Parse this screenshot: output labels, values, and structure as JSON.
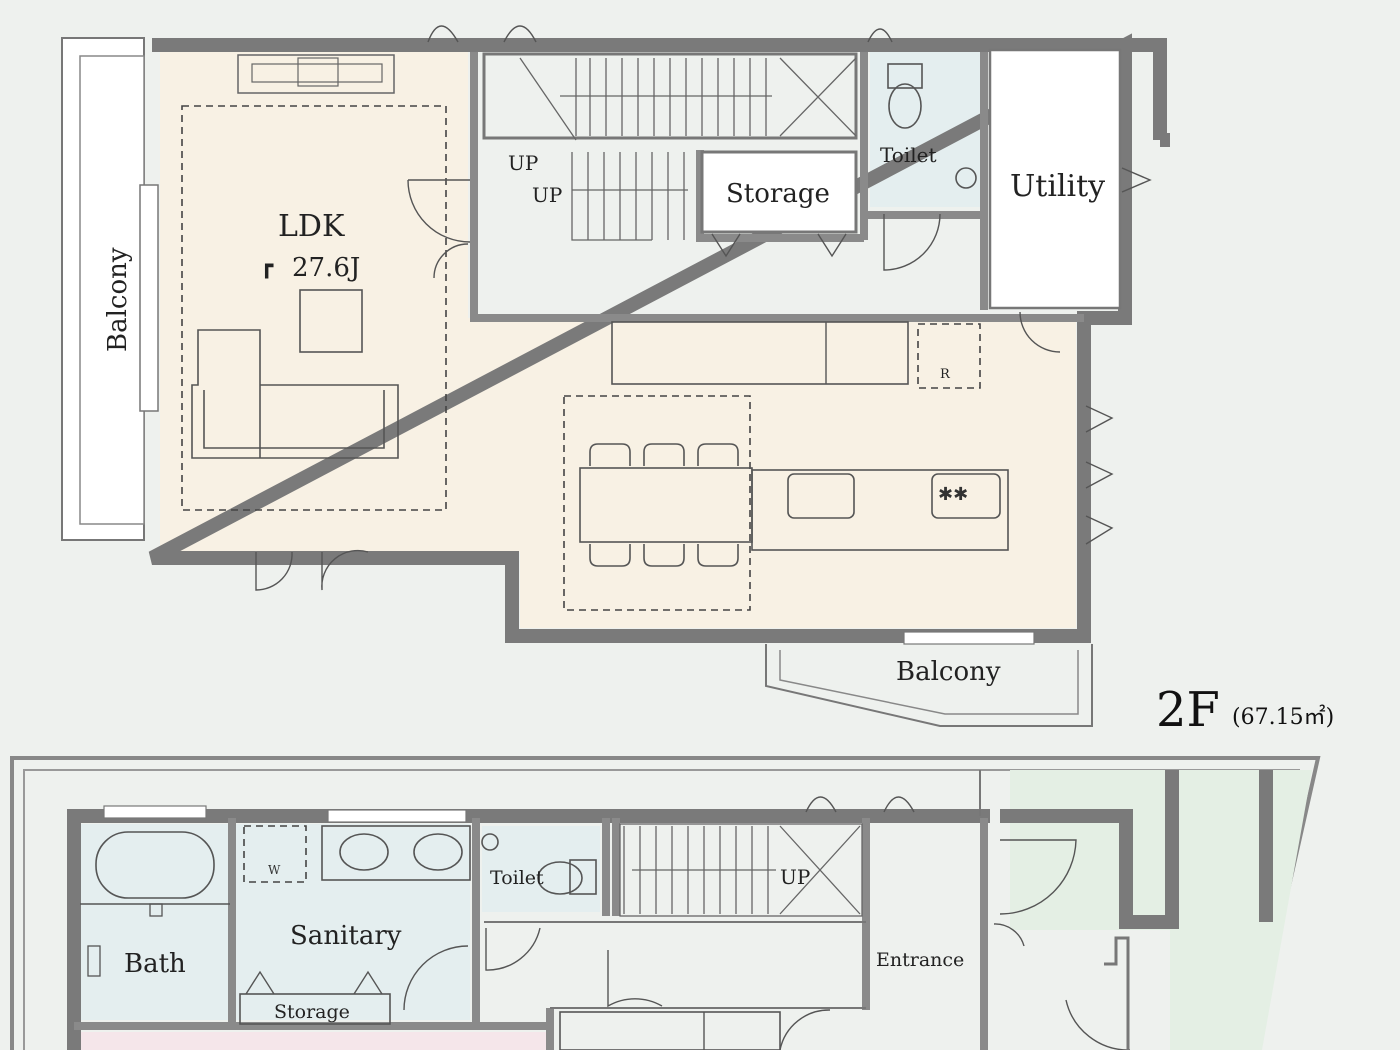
{
  "floor_2f": {
    "title": "2F",
    "area": "(67.15㎡)",
    "rooms": {
      "ldk": "LDK",
      "ldk_size": "27.6J",
      "balcony_west": "Balcony",
      "balcony_south": "Balcony",
      "storage": "Storage",
      "toilet": "Toilet",
      "utility": "Utility",
      "up_1": "UP",
      "up_2": "UP",
      "fridge_mark": "R"
    }
  },
  "floor_1f": {
    "rooms": {
      "bath": "Bath",
      "sanitary": "Sanitary",
      "storage": "Storage",
      "toilet": "Toilet",
      "entrance": "Entrance",
      "up": "UP",
      "washer_mark": "W"
    }
  },
  "colors": {
    "ldk_floor": "#f8f1e4",
    "wet_floor": "#e4eeef",
    "wall": "#9a9a9a",
    "background": "#eef1ee",
    "yard": "#e4efe4"
  }
}
